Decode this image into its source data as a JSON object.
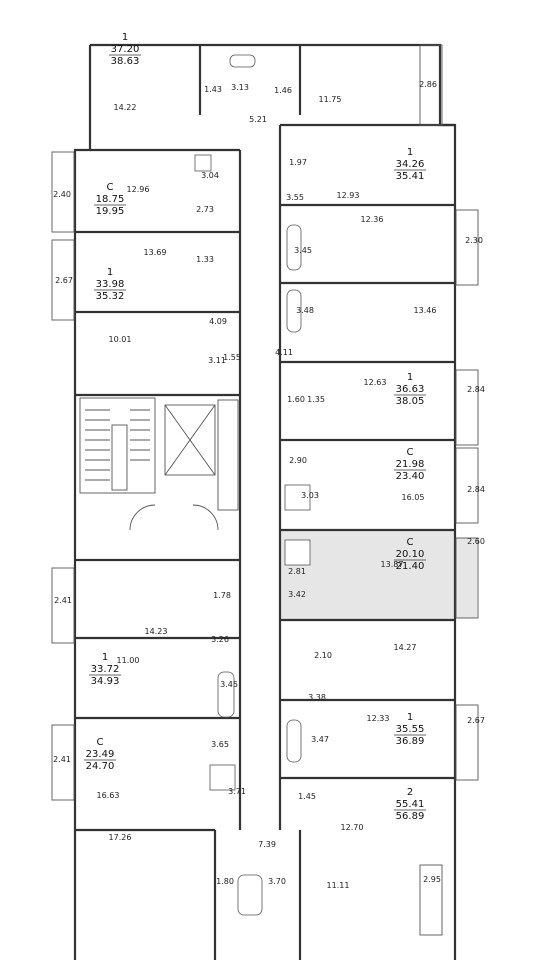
{
  "units": [
    {
      "id": "u1",
      "rooms": "1",
      "living": "37.20",
      "total": "38.63"
    },
    {
      "id": "u2",
      "rooms": "С",
      "living": "18.75",
      "total": "19.95"
    },
    {
      "id": "u3",
      "rooms": "1",
      "living": "33.98",
      "total": "35.32"
    },
    {
      "id": "u4",
      "rooms": "1",
      "living": "33.72",
      "total": "34.93"
    },
    {
      "id": "u5",
      "rooms": "С",
      "living": "23.49",
      "total": "24.70"
    },
    {
      "id": "u6",
      "rooms": "1",
      "living": "34.26",
      "total": "35.41"
    },
    {
      "id": "u7",
      "rooms": "1",
      "living": "36.63",
      "total": "38.05"
    },
    {
      "id": "u8",
      "rooms": "С",
      "living": "21.98",
      "total": "23.40"
    },
    {
      "id": "u9",
      "rooms": "С",
      "living": "20.10",
      "total": "21.40",
      "highlighted": true
    },
    {
      "id": "u10",
      "rooms": "1",
      "living": "35.55",
      "total": "36.89"
    },
    {
      "id": "u11",
      "rooms": "2",
      "living": "55.41",
      "total": "56.89"
    }
  ],
  "room_areas": [
    "14.22",
    "1.43",
    "3.13",
    "1.46",
    "11.75",
    "2.86",
    "5.21",
    "2.40",
    "12.96",
    "3.04",
    "2.73",
    "13.69",
    "1.33",
    "2.67",
    "4.09",
    "10.01",
    "3.11",
    "1.55",
    "1.97",
    "12.93",
    "3.55",
    "12.36",
    "2.30",
    "3.45",
    "3.48",
    "13.46",
    "4.11",
    "1.60",
    "1.35",
    "12.63",
    "2.84",
    "2.90",
    "3.03",
    "16.05",
    "2.84",
    "2.60",
    "2.81",
    "13.87",
    "3.42",
    "2.41",
    "1.78",
    "14.23",
    "3.26",
    "11.00",
    "3.45",
    "2.10",
    "14.27",
    "3.38",
    "12.33",
    "3.47",
    "2.67",
    "2.41",
    "3.65",
    "16.63",
    "3.71",
    "1.45",
    "12.70",
    "17.26",
    "7.39",
    "1.80",
    "3.70",
    "11.11",
    "2.95"
  ],
  "colors": {
    "wall": "#333333",
    "highlight": "#e6e6e6",
    "text": "#222222"
  }
}
